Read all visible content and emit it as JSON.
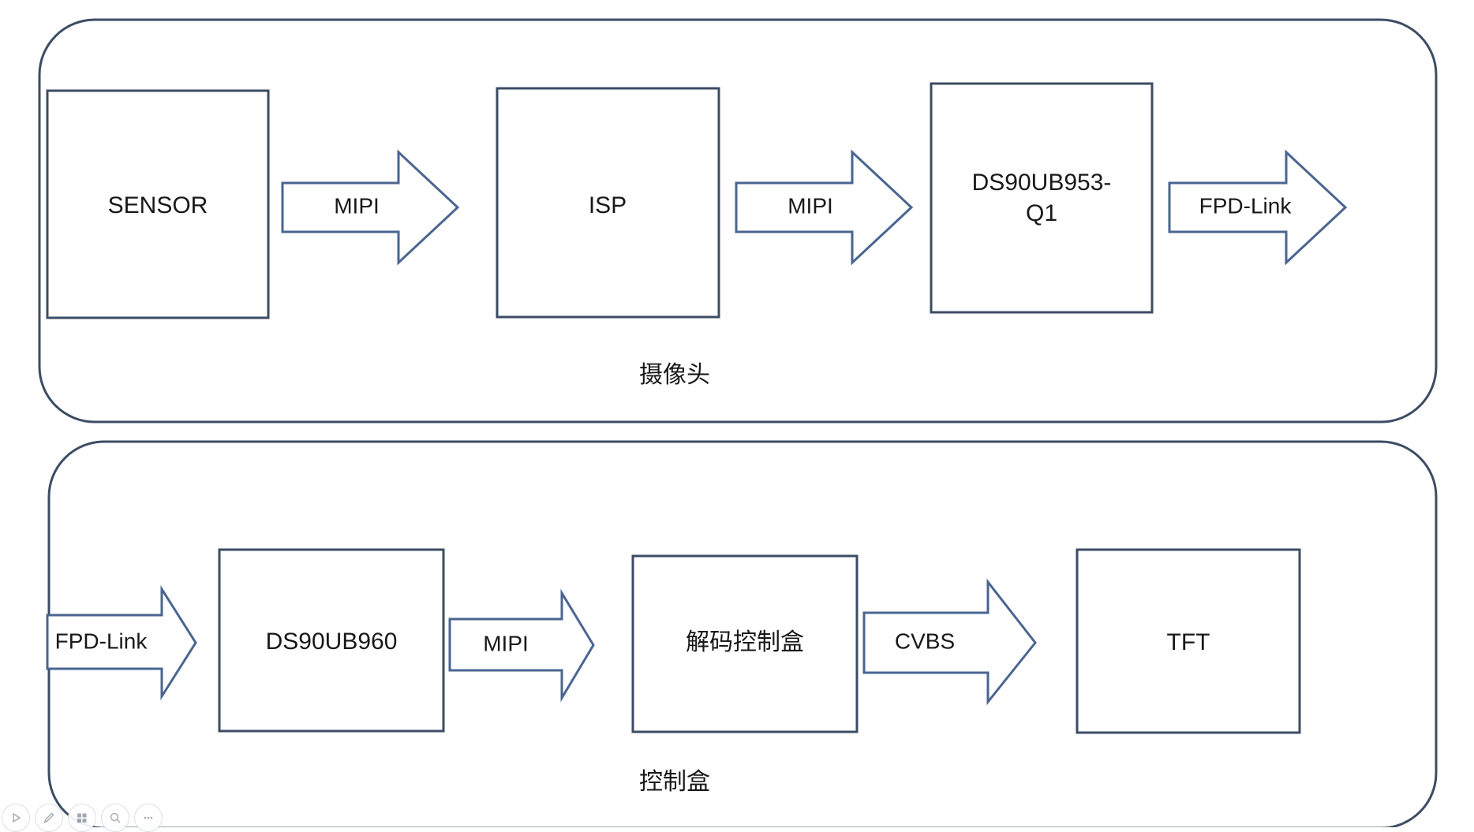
{
  "diagram": {
    "title_present": false,
    "colors": {
      "box_stroke": "#3c4c63",
      "arrow_stroke": "#4a6590",
      "group_stroke": "#3c4c63",
      "background": "#ffffff",
      "text": "#181818"
    },
    "groups": [
      {
        "id": "camera",
        "label": "摄像头",
        "nodes": [
          {
            "id": "sensor",
            "label": "SENSOR"
          },
          {
            "id": "isp",
            "label": "ISP"
          },
          {
            "id": "ds90ub953q1",
            "label": "DS90UB953-Q1",
            "line1": "DS90UB953-",
            "line2": "Q1"
          }
        ],
        "arrows": [
          {
            "id": "sensor-to-isp",
            "label": "MIPI",
            "direction": "right"
          },
          {
            "id": "isp-to-953",
            "label": "MIPI",
            "direction": "right"
          },
          {
            "id": "953-out",
            "label": "FPD-Link",
            "direction": "right"
          }
        ]
      },
      {
        "id": "controlbox",
        "label": "控制盒",
        "nodes": [
          {
            "id": "ds90ub960",
            "label": "DS90UB960"
          },
          {
            "id": "decoder",
            "label": "解码控制盒"
          },
          {
            "id": "tft",
            "label": "TFT"
          }
        ],
        "arrows": [
          {
            "id": "in-to-960",
            "label": "FPD-Link",
            "direction": "right"
          },
          {
            "id": "960-to-decoder",
            "label": "MIPI",
            "direction": "right"
          },
          {
            "id": "decoder-to-tft",
            "label": "CVBS",
            "direction": "right"
          }
        ]
      }
    ]
  },
  "toolbar": {
    "buttons": [
      {
        "id": "present",
        "icon": "play-icon",
        "label": "Present"
      },
      {
        "id": "edit",
        "icon": "pen-icon",
        "label": "Edit"
      },
      {
        "id": "layout",
        "icon": "layout-icon",
        "label": "Layout"
      },
      {
        "id": "zoom",
        "icon": "search-icon",
        "label": "Zoom"
      },
      {
        "id": "more",
        "icon": "more-icon",
        "label": "More"
      }
    ]
  }
}
